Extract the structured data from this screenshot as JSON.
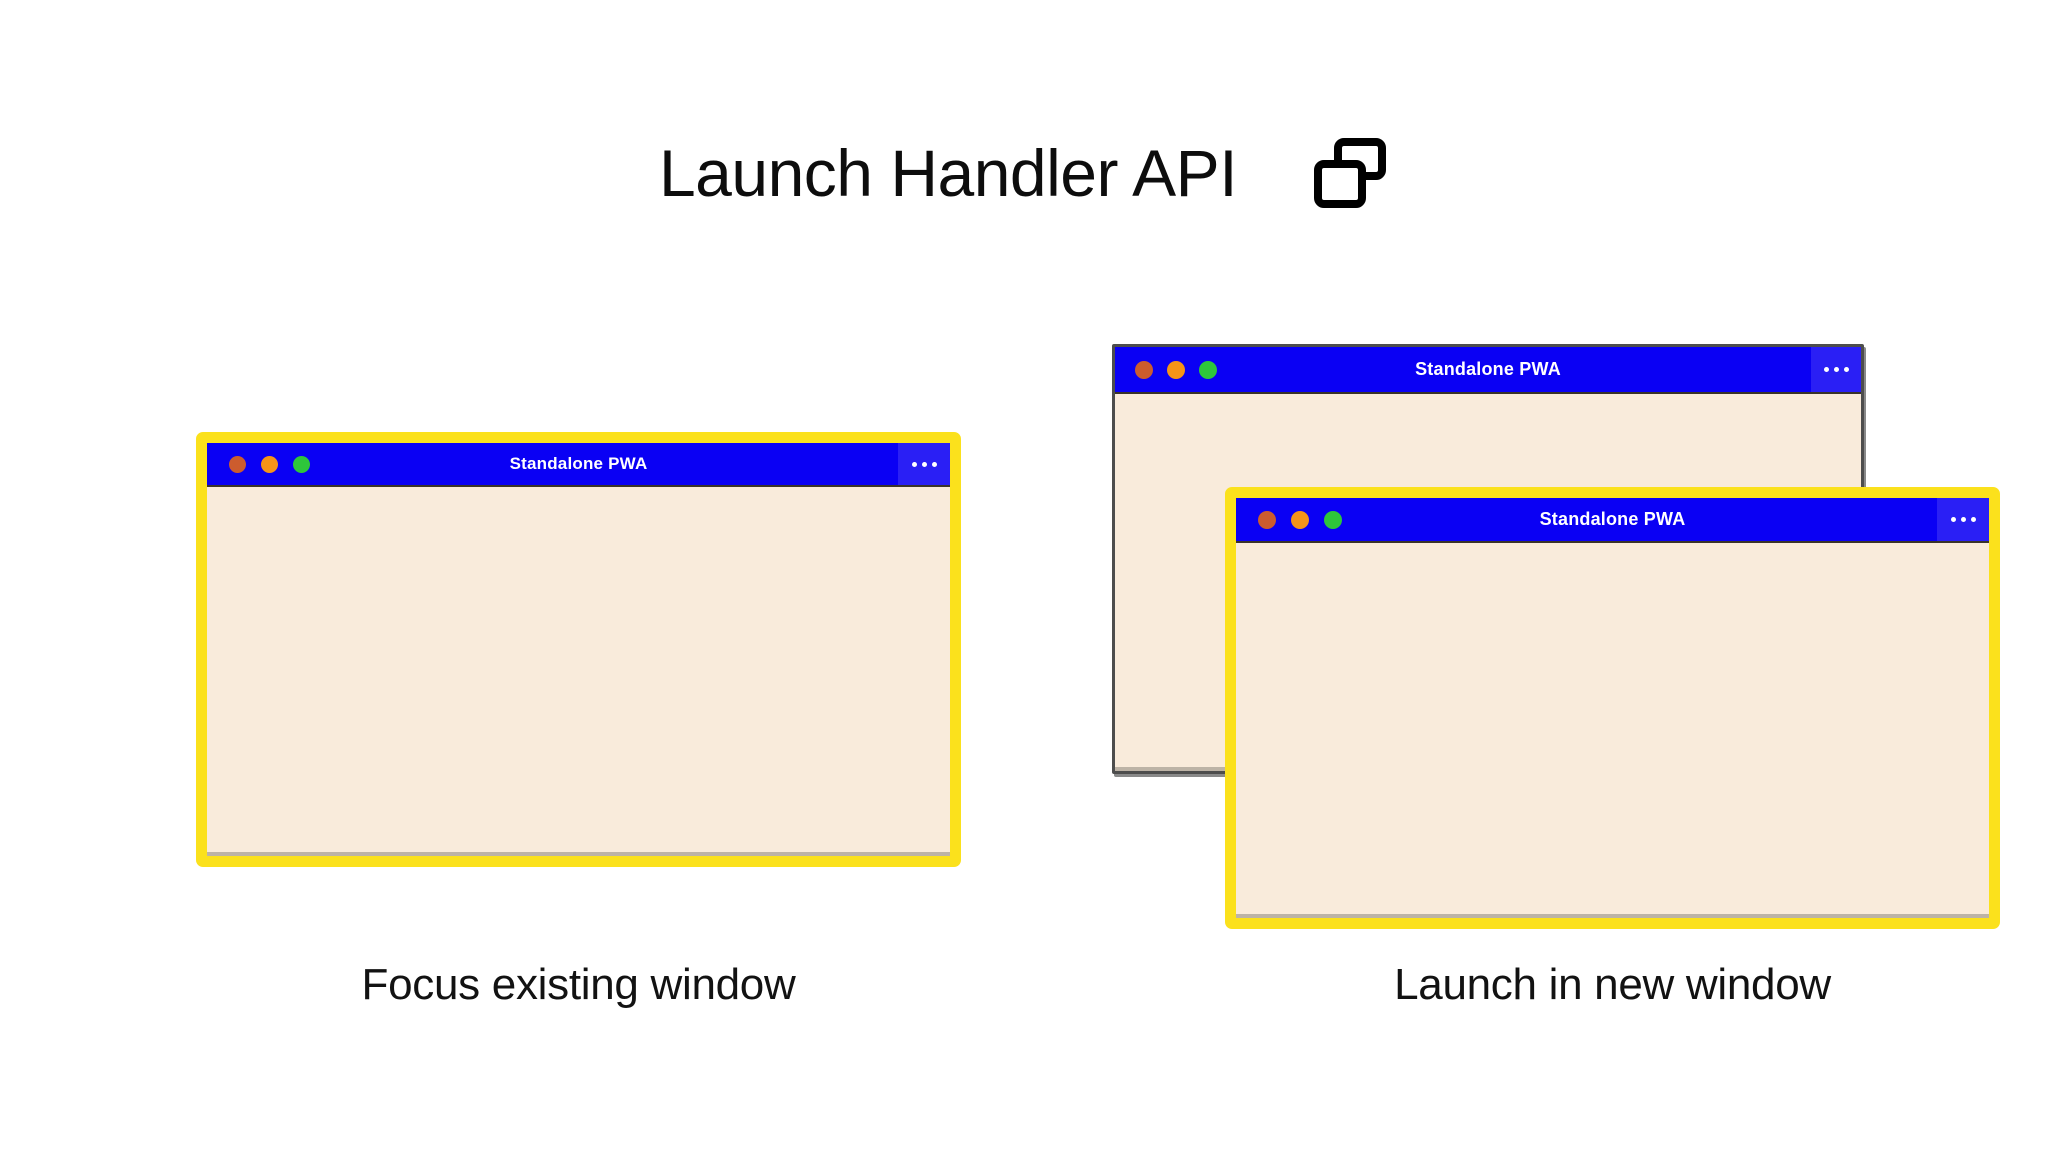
{
  "header": {
    "title": "Launch Handler API",
    "icon": "windows-overlap-icon"
  },
  "theme": {
    "background": "#ffffff",
    "title_color": "#0d0d0d",
    "window_titlebar_blue": "#0a00f4",
    "window_menu_blue": "#2a1ff5",
    "window_body_cream": "#f9ebdb",
    "highlight_border_yellow": "#fbe11c",
    "plain_border_gray": "#4d4d4d",
    "traffic_red": "#cc5c2e",
    "traffic_yellow": "#f59418",
    "traffic_green": "#2ec63b",
    "caption_color": "#121212"
  },
  "scenarios": [
    {
      "id": "focus-existing",
      "caption": "Focus existing window",
      "windows": [
        {
          "id": "focus-existing-window",
          "title": "Standalone PWA",
          "highlighted": true,
          "menu_label": "•••",
          "traffic_lights": [
            "close-dot",
            "minimize-dot",
            "maximize-dot"
          ]
        }
      ]
    },
    {
      "id": "launch-new",
      "caption": "Launch in new window",
      "windows": [
        {
          "id": "new-back-window",
          "title": "Standalone PWA",
          "highlighted": false,
          "menu_label": "•••",
          "traffic_lights": [
            "close-dot",
            "minimize-dot",
            "maximize-dot"
          ]
        },
        {
          "id": "new-front-window",
          "title": "Standalone PWA",
          "highlighted": true,
          "menu_label": "•••",
          "traffic_lights": [
            "close-dot",
            "minimize-dot",
            "maximize-dot"
          ]
        }
      ]
    }
  ]
}
